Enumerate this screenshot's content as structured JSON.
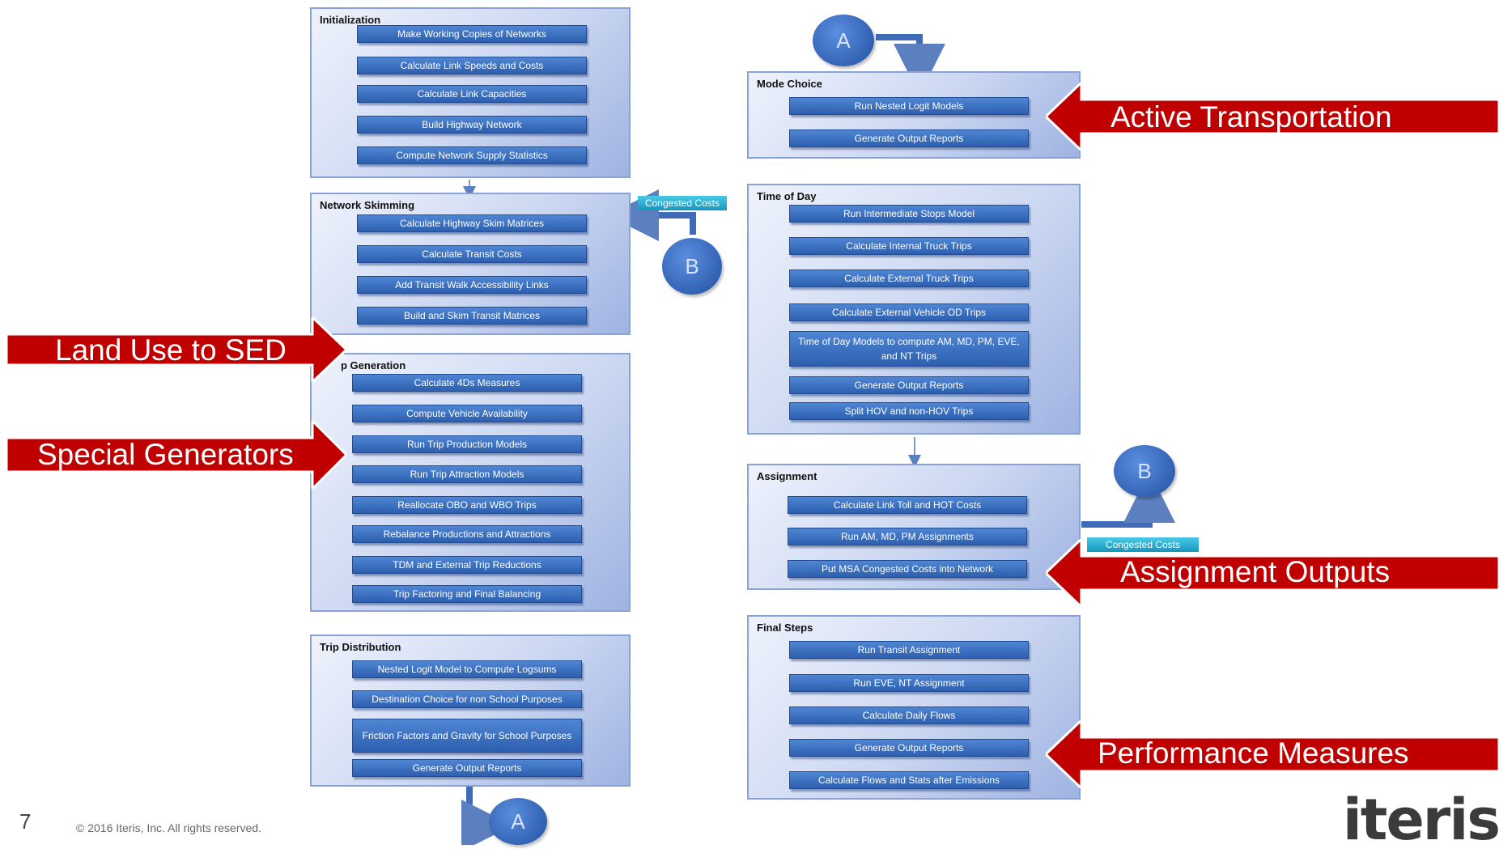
{
  "panels": {
    "initialization": {
      "title": "Initialization",
      "steps": [
        "Make Working Copies of Networks",
        "Calculate Link Speeds and Costs",
        "Calculate Link Capacities",
        "Build Highway Network",
        "Compute Network Supply Statistics"
      ]
    },
    "network_skimming": {
      "title": "Network Skimming",
      "steps": [
        "Calculate Highway Skim Matrices",
        "Calculate Transit Costs",
        "Add Transit Walk Accessibility Links",
        "Build and Skim Transit Matrices"
      ]
    },
    "trip_generation": {
      "title": "p Generation",
      "steps": [
        "Calculate 4Ds Measures",
        "Compute Vehicle Availability",
        "Run Trip Production Models",
        "Run Trip Attraction Models",
        "Reallocate OBO and WBO Trips",
        "Rebalance Productions and Attractions",
        "TDM and External Trip Reductions",
        "Trip Factoring and Final Balancing"
      ]
    },
    "trip_distribution": {
      "title": "Trip Distribution",
      "steps": [
        "Nested Logit Model to Compute Logsums",
        "Destination Choice for non School Purposes",
        "Friction Factors and Gravity for School Purposes",
        "Generate Output Reports"
      ]
    },
    "mode_choice": {
      "title": "Mode Choice",
      "steps": [
        "Run Nested Logit Models",
        "Generate Output Reports"
      ]
    },
    "time_of_day": {
      "title": "Time of Day",
      "steps": [
        "Run Intermediate Stops Model",
        "Calculate Internal Truck Trips",
        "Calculate External Truck Trips",
        "Calculate External Vehicle OD Trips",
        "Time of Day Models to compute AM, MD, PM, EVE, and NT Trips",
        "Generate Output Reports",
        "Split HOV and non-HOV Trips"
      ]
    },
    "assignment": {
      "title": "Assignment",
      "steps": [
        "Calculate Link Toll and HOT Costs",
        "Run AM, MD, PM Assignments",
        "Put MSA Congested Costs into Network"
      ]
    },
    "final_steps": {
      "title": "Final Steps",
      "steps": [
        "Run Transit Assignment",
        "Run EVE, NT Assignment",
        "Calculate Daily Flows",
        "Generate Output Reports",
        "Calculate Flows and Stats after Emissions"
      ]
    }
  },
  "tags": {
    "congested_costs_1": "Congested Costs",
    "congested_costs_2": "Congested Costs"
  },
  "connectors": {
    "a_top": "A",
    "a_bottom": "A",
    "b_left": "B",
    "b_right": "B"
  },
  "callouts": {
    "land_use": "Land Use to SED",
    "special_generators": "Special Generators",
    "active_transportation": "Active Transportation",
    "assignment_outputs": "Assignment Outputs",
    "performance_measures": "Performance Measures"
  },
  "footer": {
    "page_number": "7",
    "copyright": "© 2016 Iteris, Inc.  All rights reserved."
  },
  "logo": "iteris",
  "colors": {
    "callout_red": "#c00000",
    "step_blue": "#3a6fc0",
    "tag_cyan": "#2bb3d9",
    "panel_border": "#8aa3d6"
  }
}
